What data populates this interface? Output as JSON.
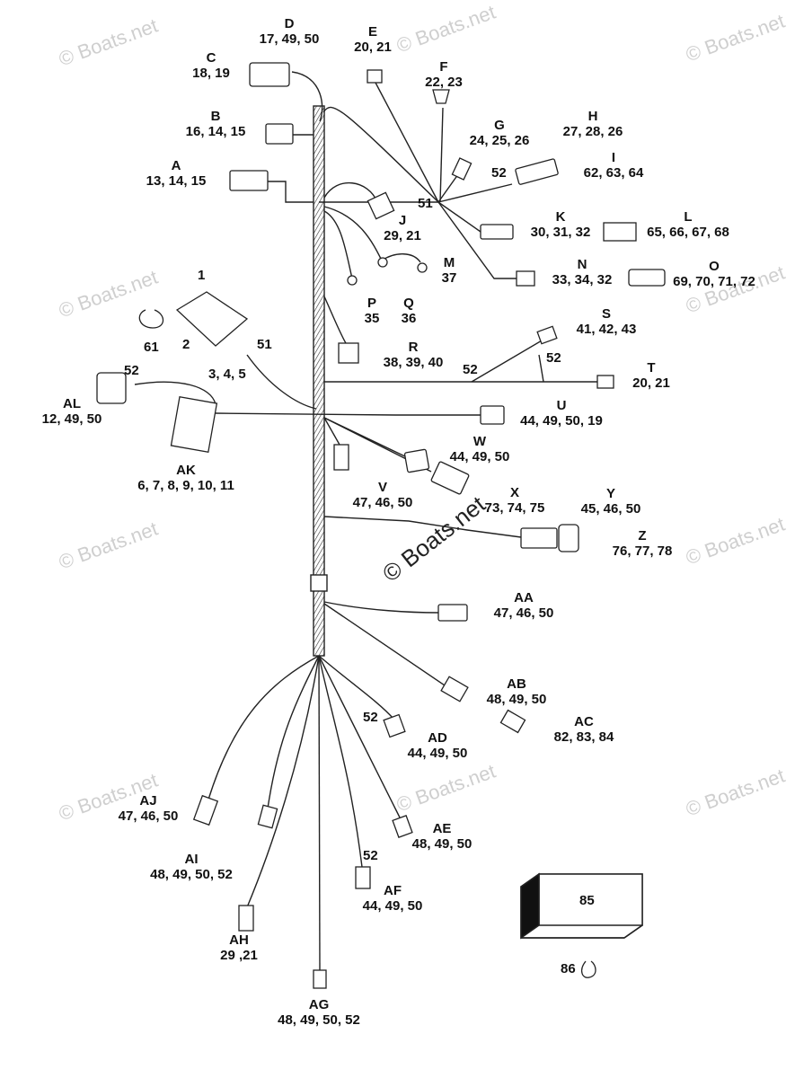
{
  "watermark": {
    "text": "© Boats.net"
  },
  "box_85": {
    "number": "85"
  },
  "clip_86": {
    "number": "86"
  },
  "callouts": [
    {
      "id": "D",
      "letter": "D",
      "numbers": "17, 49, 50"
    },
    {
      "id": "C",
      "letter": "C",
      "numbers": "18, 19"
    },
    {
      "id": "B",
      "letter": "B",
      "numbers": "16, 14, 15"
    },
    {
      "id": "A",
      "letter": "A",
      "numbers": "13, 14, 15"
    },
    {
      "id": "E",
      "letter": "E",
      "numbers": "20, 21"
    },
    {
      "id": "F",
      "letter": "F",
      "numbers": "22, 23"
    },
    {
      "id": "G",
      "letter": "G",
      "numbers": "24, 25, 26"
    },
    {
      "id": "H",
      "letter": "H",
      "numbers": "27, 28, 26"
    },
    {
      "id": "I",
      "letter": "I",
      "numbers": "62, 63, 64"
    },
    {
      "id": "J",
      "letter": "J",
      "numbers": "29, 21"
    },
    {
      "id": "K",
      "letter": "K",
      "numbers": "30, 31, 32"
    },
    {
      "id": "L",
      "letter": "L",
      "numbers": "65, 66, 67, 68"
    },
    {
      "id": "M",
      "letter": "M",
      "numbers": "37"
    },
    {
      "id": "N",
      "letter": "N",
      "numbers": "33, 34, 32"
    },
    {
      "id": "O",
      "letter": "O",
      "numbers": "69, 70, 71, 72"
    },
    {
      "id": "P",
      "letter": "P",
      "numbers": "35"
    },
    {
      "id": "Q",
      "letter": "Q",
      "numbers": "36"
    },
    {
      "id": "R",
      "letter": "R",
      "numbers": "38, 39, 40"
    },
    {
      "id": "S",
      "letter": "S",
      "numbers": "41, 42, 43"
    },
    {
      "id": "T",
      "letter": "T",
      "numbers": "20, 21"
    },
    {
      "id": "U",
      "letter": "U",
      "numbers": "44, 49, 50, 19"
    },
    {
      "id": "W",
      "letter": "W",
      "numbers": "44, 49, 50"
    },
    {
      "id": "V",
      "letter": "V",
      "numbers": "47, 46, 50"
    },
    {
      "id": "X",
      "letter": "X",
      "numbers": "73, 74, 75"
    },
    {
      "id": "Y",
      "letter": "Y",
      "numbers": "45, 46, 50"
    },
    {
      "id": "Z",
      "letter": "Z",
      "numbers": "76, 77, 78"
    },
    {
      "id": "AA",
      "letter": "AA",
      "numbers": "47, 46, 50"
    },
    {
      "id": "AB",
      "letter": "AB",
      "numbers": "48, 49, 50"
    },
    {
      "id": "AC",
      "letter": "AC",
      "numbers": "82, 83, 84"
    },
    {
      "id": "AD",
      "letter": "AD",
      "numbers": "44, 49, 50"
    },
    {
      "id": "AE",
      "letter": "AE",
      "numbers": "48, 49, 50"
    },
    {
      "id": "AF",
      "letter": "AF",
      "numbers": "44, 49, 50"
    },
    {
      "id": "AG",
      "letter": "AG",
      "numbers": "48, 49, 50, 52"
    },
    {
      "id": "AH",
      "letter": "AH",
      "numbers": "29 ,21"
    },
    {
      "id": "AI",
      "letter": "AI",
      "numbers": "48, 49, 50, 52"
    },
    {
      "id": "AJ",
      "letter": "AJ",
      "numbers": "47, 46, 50"
    },
    {
      "id": "AK",
      "letter": "AK",
      "numbers": "6, 7, 8, 9, 10, 11"
    },
    {
      "id": "AL",
      "letter": "AL",
      "numbers": "12, 49, 50"
    }
  ],
  "part_labels": [
    {
      "id": "p1",
      "text": "1"
    },
    {
      "id": "p2",
      "text": "2"
    },
    {
      "id": "p345",
      "text": "3, 4, 5"
    },
    {
      "id": "p51a",
      "text": "51"
    },
    {
      "id": "p51b",
      "text": "51"
    },
    {
      "id": "p52a",
      "text": "52"
    },
    {
      "id": "p52b",
      "text": "52"
    },
    {
      "id": "p52c",
      "text": "52"
    },
    {
      "id": "p52d",
      "text": "52"
    },
    {
      "id": "p52e",
      "text": "52"
    },
    {
      "id": "p52f",
      "text": "52"
    },
    {
      "id": "p61",
      "text": "61"
    }
  ]
}
